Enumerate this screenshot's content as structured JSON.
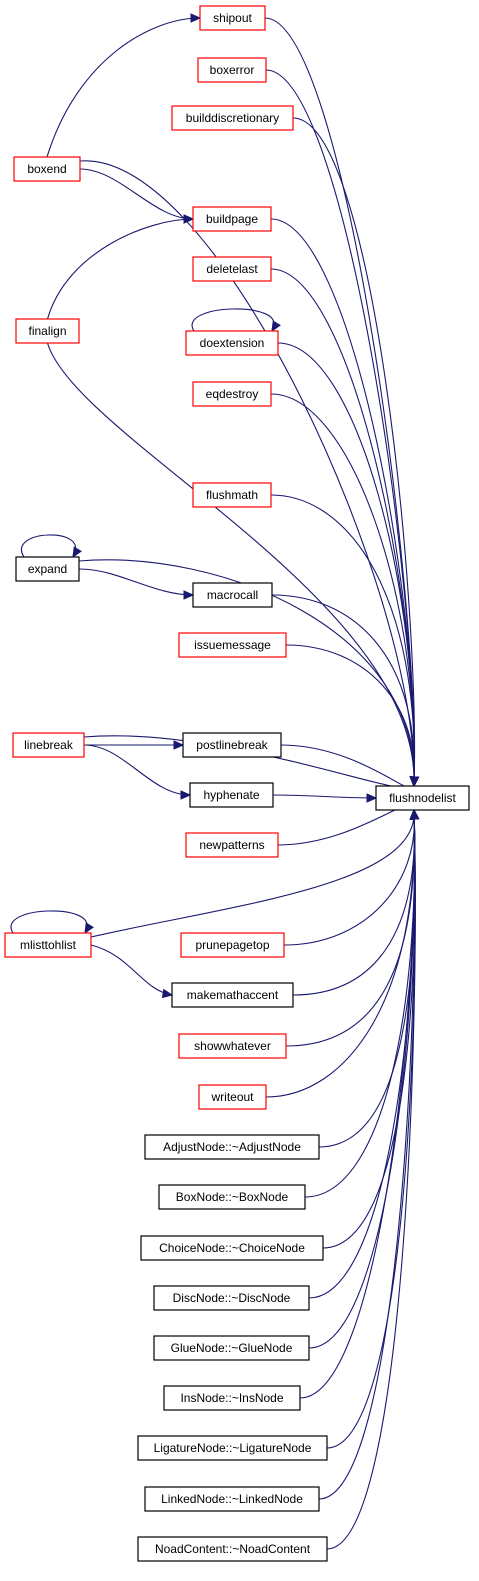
{
  "colors": {
    "edge": "#191970",
    "border_red": "#ff0000",
    "border_black": "#000000",
    "target_fill": "#bfbfbf"
  },
  "target": {
    "id": "flushnodelist",
    "label": "flushnodelist"
  },
  "nodes": [
    {
      "id": "shipout",
      "label": "shipout",
      "border": "red"
    },
    {
      "id": "boxerror",
      "label": "boxerror",
      "border": "red"
    },
    {
      "id": "builddiscretionary",
      "label": "builddiscretionary",
      "border": "red"
    },
    {
      "id": "boxend",
      "label": "boxend",
      "border": "red"
    },
    {
      "id": "buildpage",
      "label": "buildpage",
      "border": "red"
    },
    {
      "id": "deletelast",
      "label": "deletelast",
      "border": "red"
    },
    {
      "id": "finalign",
      "label": "finalign",
      "border": "red"
    },
    {
      "id": "doextension",
      "label": "doextension",
      "border": "red"
    },
    {
      "id": "eqdestroy",
      "label": "eqdestroy",
      "border": "red"
    },
    {
      "id": "flushmath",
      "label": "flushmath",
      "border": "red"
    },
    {
      "id": "expand",
      "label": "expand",
      "border": "black"
    },
    {
      "id": "macrocall",
      "label": "macrocall",
      "border": "black"
    },
    {
      "id": "issuemessage",
      "label": "issuemessage",
      "border": "red"
    },
    {
      "id": "linebreak",
      "label": "linebreak",
      "border": "red"
    },
    {
      "id": "postlinebreak",
      "label": "postlinebreak",
      "border": "black"
    },
    {
      "id": "hyphenate",
      "label": "hyphenate",
      "border": "black"
    },
    {
      "id": "newpatterns",
      "label": "newpatterns",
      "border": "red"
    },
    {
      "id": "mlisttohlist",
      "label": "mlisttohlist",
      "border": "red"
    },
    {
      "id": "prunepagetop",
      "label": "prunepagetop",
      "border": "red"
    },
    {
      "id": "makemathaccent",
      "label": "makemathaccent",
      "border": "black"
    },
    {
      "id": "showwhatever",
      "label": "showwhatever",
      "border": "red"
    },
    {
      "id": "writeout",
      "label": "writeout",
      "border": "red"
    },
    {
      "id": "adjustnode",
      "label": "AdjustNode::~AdjustNode",
      "border": "black"
    },
    {
      "id": "boxnode",
      "label": "BoxNode::~BoxNode",
      "border": "black"
    },
    {
      "id": "choicenode",
      "label": "ChoiceNode::~ChoiceNode",
      "border": "black"
    },
    {
      "id": "discnode",
      "label": "DiscNode::~DiscNode",
      "border": "black"
    },
    {
      "id": "gluenode",
      "label": "GlueNode::~GlueNode",
      "border": "black"
    },
    {
      "id": "insnode",
      "label": "InsNode::~InsNode",
      "border": "black"
    },
    {
      "id": "ligaturenode",
      "label": "LigatureNode::~LigatureNode",
      "border": "black"
    },
    {
      "id": "linkednode",
      "label": "LinkedNode::~LinkedNode",
      "border": "black"
    },
    {
      "id": "noadcontent",
      "label": "NoadContent::~NoadContent",
      "border": "black"
    }
  ],
  "edges": [
    {
      "from": "shipout",
      "to": "flushnodelist"
    },
    {
      "from": "boxerror",
      "to": "flushnodelist"
    },
    {
      "from": "builddiscretionary",
      "to": "flushnodelist"
    },
    {
      "from": "boxend",
      "to": "flushnodelist"
    },
    {
      "from": "boxend",
      "to": "shipout"
    },
    {
      "from": "boxend",
      "to": "buildpage"
    },
    {
      "from": "buildpage",
      "to": "flushnodelist"
    },
    {
      "from": "deletelast",
      "to": "flushnodelist"
    },
    {
      "from": "finalign",
      "to": "flushnodelist"
    },
    {
      "from": "finalign",
      "to": "buildpage"
    },
    {
      "from": "doextension",
      "to": "flushnodelist"
    },
    {
      "from": "doextension",
      "to": "doextension"
    },
    {
      "from": "eqdestroy",
      "to": "flushnodelist"
    },
    {
      "from": "flushmath",
      "to": "flushnodelist"
    },
    {
      "from": "expand",
      "to": "flushnodelist"
    },
    {
      "from": "expand",
      "to": "expand"
    },
    {
      "from": "expand",
      "to": "macrocall"
    },
    {
      "from": "macrocall",
      "to": "flushnodelist"
    },
    {
      "from": "issuemessage",
      "to": "flushnodelist"
    },
    {
      "from": "linebreak",
      "to": "flushnodelist"
    },
    {
      "from": "linebreak",
      "to": "postlinebreak"
    },
    {
      "from": "linebreak",
      "to": "hyphenate"
    },
    {
      "from": "postlinebreak",
      "to": "flushnodelist"
    },
    {
      "from": "hyphenate",
      "to": "flushnodelist"
    },
    {
      "from": "newpatterns",
      "to": "flushnodelist"
    },
    {
      "from": "mlisttohlist",
      "to": "flushnodelist"
    },
    {
      "from": "mlisttohlist",
      "to": "mlisttohlist"
    },
    {
      "from": "mlisttohlist",
      "to": "makemathaccent"
    },
    {
      "from": "prunepagetop",
      "to": "flushnodelist"
    },
    {
      "from": "makemathaccent",
      "to": "flushnodelist"
    },
    {
      "from": "showwhatever",
      "to": "flushnodelist"
    },
    {
      "from": "writeout",
      "to": "flushnodelist"
    },
    {
      "from": "adjustnode",
      "to": "flushnodelist"
    },
    {
      "from": "boxnode",
      "to": "flushnodelist"
    },
    {
      "from": "choicenode",
      "to": "flushnodelist"
    },
    {
      "from": "discnode",
      "to": "flushnodelist"
    },
    {
      "from": "gluenode",
      "to": "flushnodelist"
    },
    {
      "from": "insnode",
      "to": "flushnodelist"
    },
    {
      "from": "ligaturenode",
      "to": "flushnodelist"
    },
    {
      "from": "linkednode",
      "to": "flushnodelist"
    },
    {
      "from": "noadcontent",
      "to": "flushnodelist"
    }
  ]
}
